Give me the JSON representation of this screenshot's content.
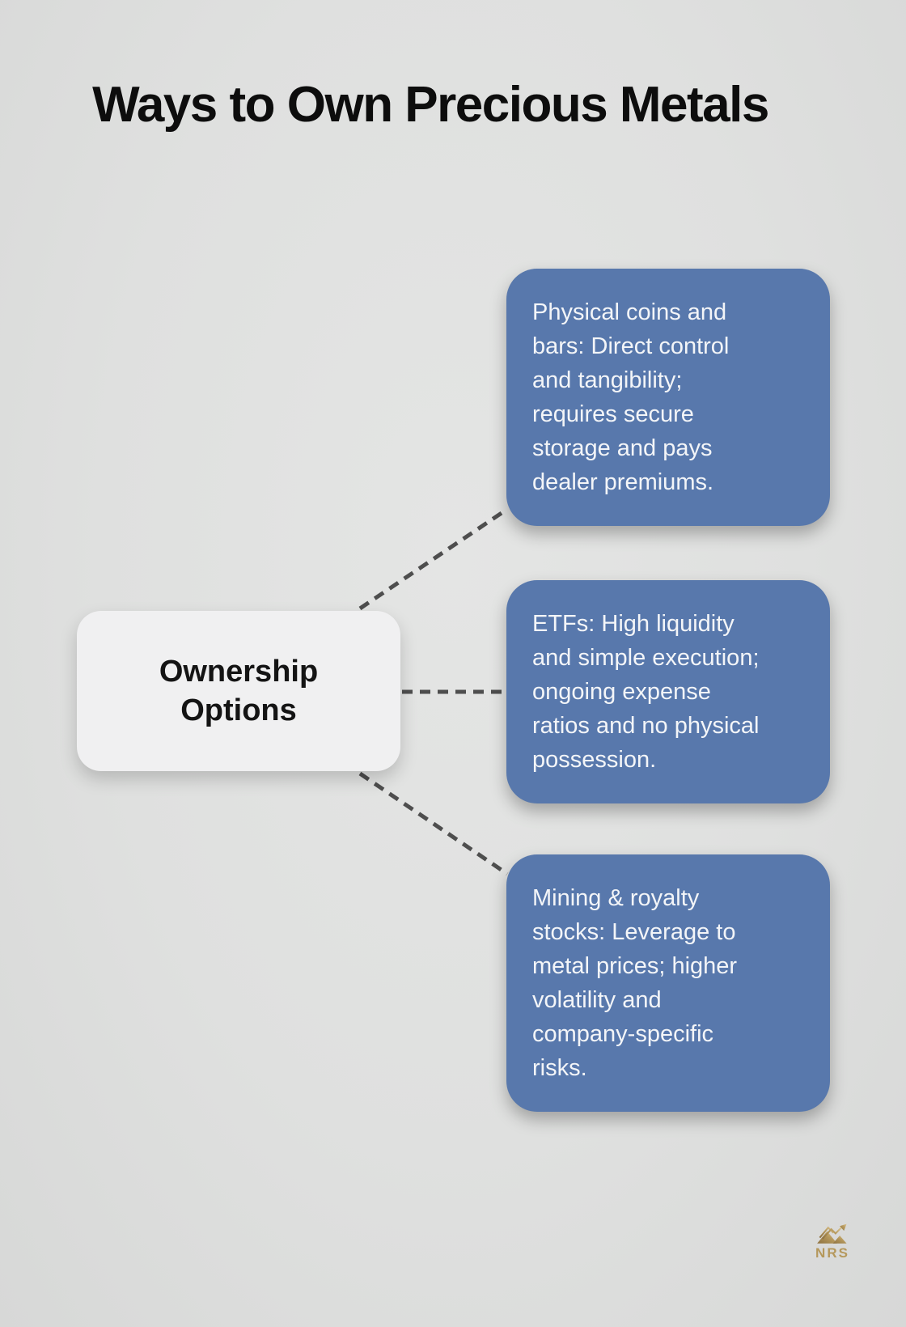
{
  "title": "Ways to Own Precious Metals",
  "root": {
    "label": "Ownership\nOptions"
  },
  "branches": [
    {
      "id": "physical-coins-and-bars",
      "text": "Physical coins and\nbars: Direct control\nand tangibility;\nrequires secure\nstorage and pays\ndealer premiums."
    },
    {
      "id": "etfs",
      "text": "ETFs: High liquidity\nand simple execution;\nongoing expense\nratios and no physical\npossession."
    },
    {
      "id": "mining-royalty-stocks",
      "text": "Mining & royalty\nstocks: Leverage to\nmetal prices; higher\nvolatility and\ncompany-specific\nrisks."
    }
  ],
  "logo": {
    "text": "NRS"
  },
  "colors": {
    "background": "#DFE0DF",
    "card_blue": "#5878AC",
    "card_text": "#F3F5F8",
    "root_node_bg": "#F0F0F1",
    "title_text": "#0D0D0D",
    "connector_gray": "#4E4E4E",
    "logo_gold": "#B5985C"
  }
}
